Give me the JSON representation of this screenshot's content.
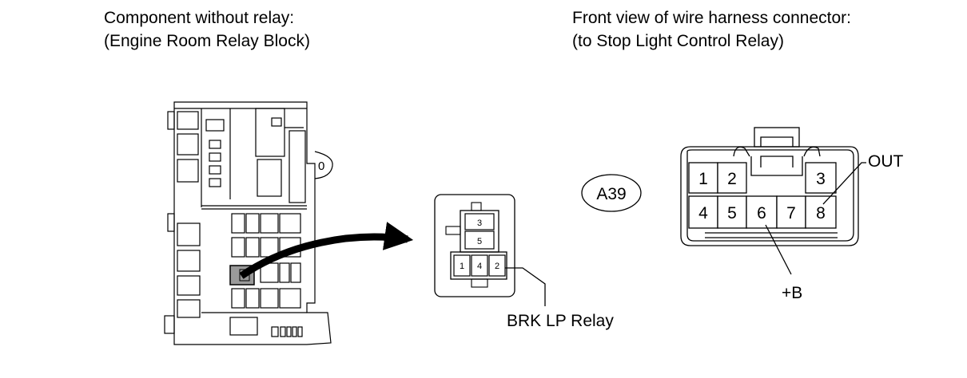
{
  "left_heading": {
    "line1": "Component without relay:",
    "line2": "(Engine Room Relay Block)"
  },
  "right_heading": {
    "line1": "Front view of wire harness connector:",
    "line2": "(to Stop Light Control Relay)"
  },
  "relay_block": {
    "bolt_label": "0"
  },
  "relay_socket": {
    "terminals": [
      "3",
      "5",
      "1",
      "4",
      "2"
    ],
    "callout_label": "BRK LP Relay"
  },
  "connector": {
    "code": "A39",
    "top_row": [
      "1",
      "2",
      "3"
    ],
    "bottom_row": [
      "4",
      "5",
      "6",
      "7",
      "8"
    ],
    "label_out": "OUT",
    "label_b": "+B"
  }
}
